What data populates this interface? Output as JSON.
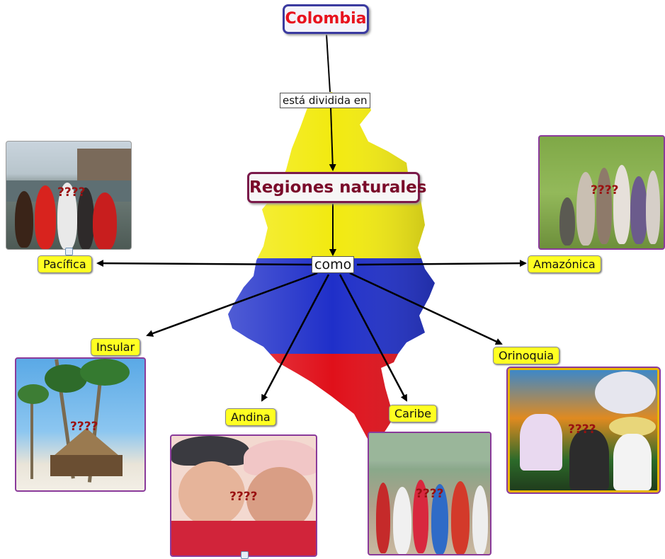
{
  "concept_map": {
    "title": "Colombia",
    "link_divided": "está dividida en",
    "center": "Regiones naturales",
    "link_como": "como",
    "regions": [
      {
        "label": "Pacífica",
        "photo_label": "????"
      },
      {
        "label": "Amazónica",
        "photo_label": "????"
      },
      {
        "label": "Insular",
        "photo_label": "????"
      },
      {
        "label": "Andina",
        "photo_label": "????"
      },
      {
        "label": "Caribe",
        "photo_label": "????"
      },
      {
        "label": "Orinoquia",
        "photo_label": "????"
      }
    ]
  },
  "colors": {
    "flag_yellow": "#f2ea10",
    "flag_blue": "#1f2fc9",
    "flag_red": "#e0101a",
    "title_text": "#e8121e",
    "label_yellow": "#ffff22",
    "photo_frame": "#8a3a9a"
  }
}
